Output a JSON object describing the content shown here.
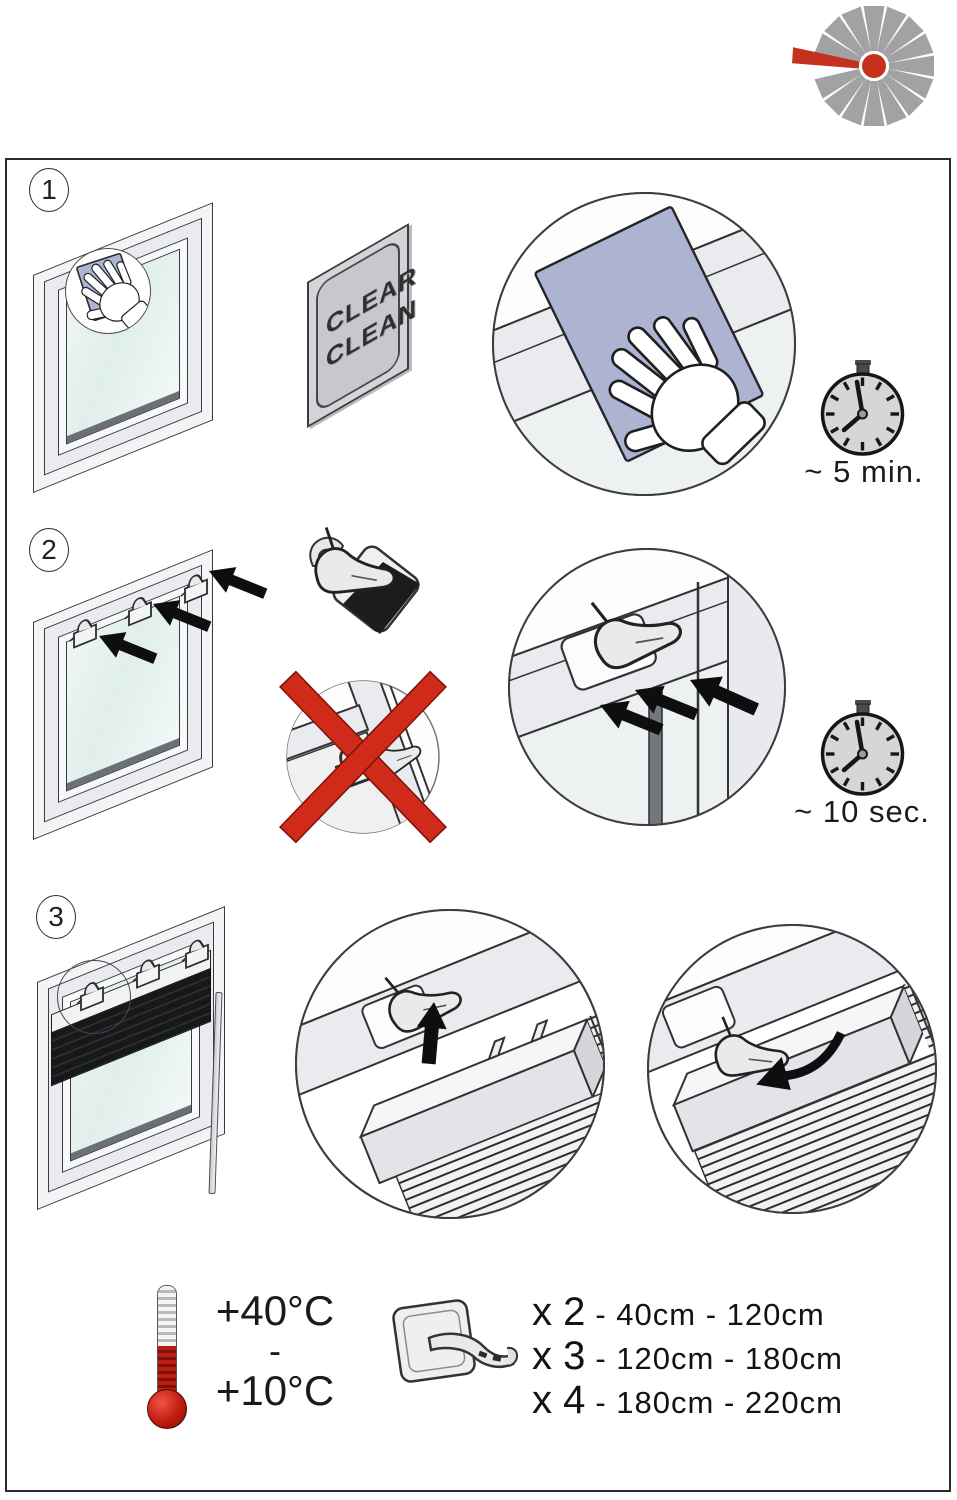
{
  "brand": {
    "logo": "pinwheel-logo"
  },
  "colors": {
    "accent_red": "#c5311d",
    "cloth_lavender": "#adb4d2",
    "glass_tint": "#e6f1ef"
  },
  "icons": [
    "pinwheel-logo-icon",
    "hand-wipe-icon",
    "timer-icon",
    "red-cross-icon",
    "mounting-bracket-icon",
    "thermometer-icon",
    "arrow-icon"
  ],
  "steps": {
    "one": {
      "number": "1",
      "duration": "~ 5 min.",
      "wipe_packet": {
        "line1": "CLEAR",
        "line2": "CLEAN"
      }
    },
    "two": {
      "number": "2",
      "duration": "~ 10 sec."
    },
    "three": {
      "number": "3"
    }
  },
  "footer": {
    "temperature": {
      "max": "+40°C",
      "separator": "-",
      "min": "+10°C"
    },
    "bracket_quantities": [
      {
        "count": "x 2",
        "range": "- 40cm - 120cm"
      },
      {
        "count": "x 3",
        "range": "- 120cm - 180cm"
      },
      {
        "count": "x 4",
        "range": "- 180cm - 220cm"
      }
    ]
  }
}
